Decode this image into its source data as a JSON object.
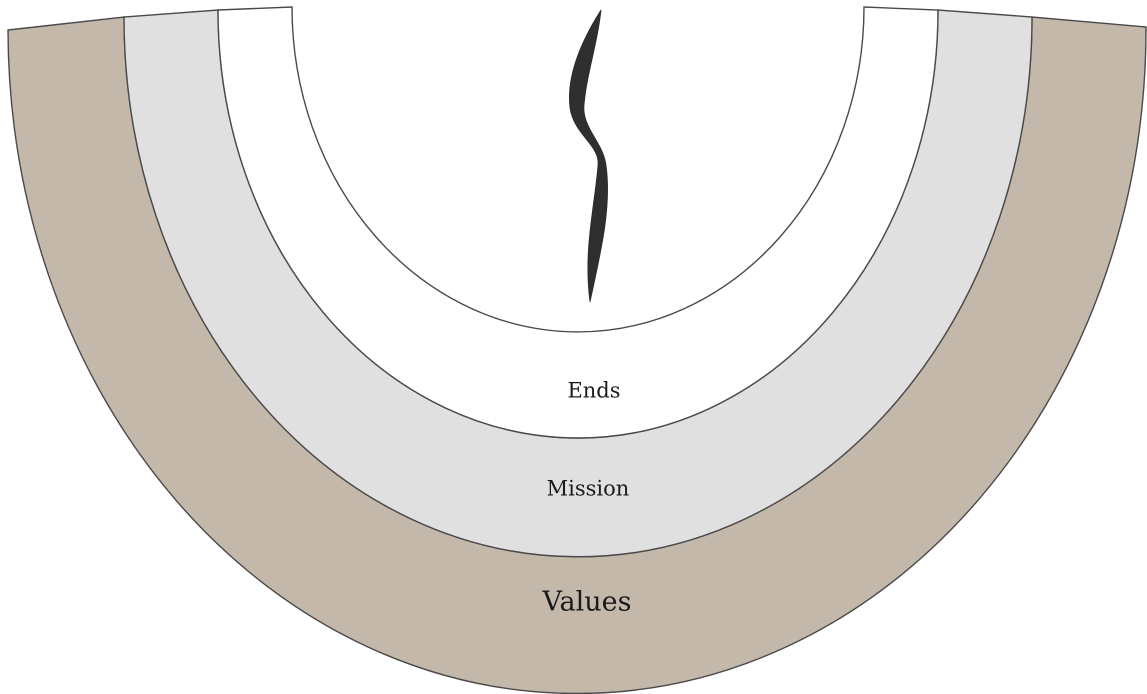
{
  "rings": {
    "outer": {
      "label": "Values",
      "fill": "#c4b8aa"
    },
    "middle": {
      "label": "Mission",
      "fill": "#e0e0e0"
    },
    "inner": {
      "label": "Ends",
      "fill": "#ffffff"
    }
  },
  "colors": {
    "outline": "#4a4a4a",
    "flame": "#2f2f2f"
  },
  "icons": {
    "center": "flame-stroke-icon"
  }
}
